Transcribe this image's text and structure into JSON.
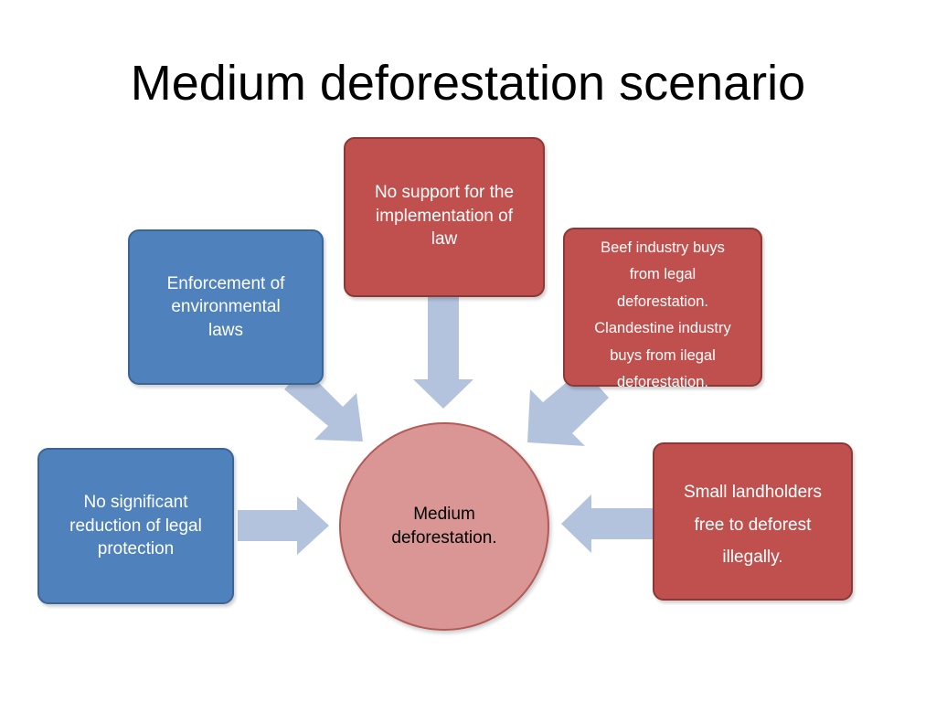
{
  "title": "Medium deforestation scenario",
  "colors": {
    "driver_positive": "#4f81bd",
    "driver_negative": "#c0504d",
    "center": "#d99694",
    "arrow": "#b3c3de"
  },
  "center": {
    "lines": [
      "Medium",
      "deforestation."
    ]
  },
  "boxes": {
    "enforcement": {
      "lines": [
        "Enforcement of",
        "environmental",
        "laws"
      ]
    },
    "legal_protection": {
      "lines": [
        "No significant",
        "reduction of legal",
        "protection"
      ]
    },
    "law_support": {
      "lines": [
        "No support for the",
        "implementation of",
        "law"
      ]
    },
    "beef": {
      "p1": [
        "Beef industry buys",
        "from legal",
        "deforestation."
      ],
      "p2": [
        "Clandestine industry",
        "buys from ilegal",
        "deforestation."
      ]
    },
    "landholders": {
      "p1": "Small landholders",
      "p2": [
        "free to deforest",
        "illegally."
      ]
    }
  }
}
